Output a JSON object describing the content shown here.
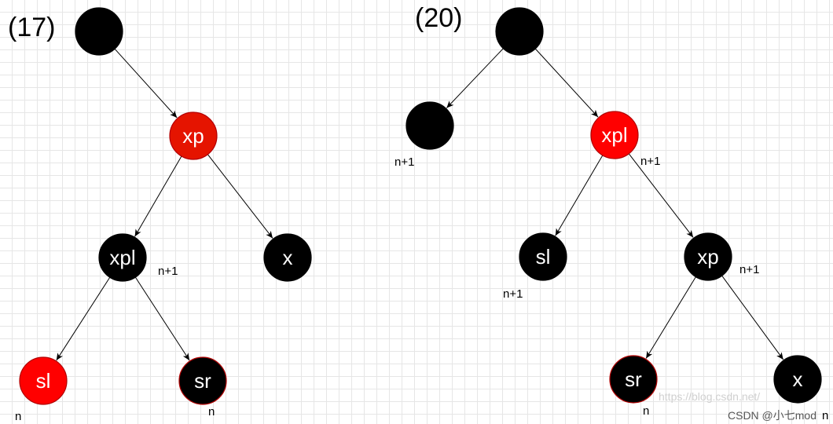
{
  "diagrams": [
    {
      "title": "(17)",
      "nodes": [
        {
          "id": "root",
          "label": "",
          "color": "black"
        },
        {
          "id": "xp",
          "label": "xp",
          "color": "red"
        },
        {
          "id": "xpl",
          "label": "xpl",
          "color": "black"
        },
        {
          "id": "x",
          "label": "x",
          "color": "black"
        },
        {
          "id": "sl",
          "label": "sl",
          "color": "red"
        },
        {
          "id": "sr",
          "label": "sr",
          "color": "black"
        }
      ],
      "edges": [
        [
          "root",
          "xp"
        ],
        [
          "xp",
          "xpl"
        ],
        [
          "xp",
          "x"
        ],
        [
          "xpl",
          "sl"
        ],
        [
          "xpl",
          "sr"
        ]
      ],
      "annotations": [
        {
          "node": "xpl",
          "text": "n+1"
        },
        {
          "node": "sl",
          "text": "n"
        },
        {
          "node": "sr",
          "text": "n"
        }
      ]
    },
    {
      "title": "(20)",
      "nodes": [
        {
          "id": "root",
          "label": "",
          "color": "black"
        },
        {
          "id": "left",
          "label": "",
          "color": "black"
        },
        {
          "id": "xpl",
          "label": "xpl",
          "color": "red"
        },
        {
          "id": "sl",
          "label": "sl",
          "color": "black"
        },
        {
          "id": "xp",
          "label": "xp",
          "color": "black"
        },
        {
          "id": "sr",
          "label": "sr",
          "color": "black"
        },
        {
          "id": "x",
          "label": "x",
          "color": "black"
        }
      ],
      "edges": [
        [
          "root",
          "left"
        ],
        [
          "root",
          "xpl"
        ],
        [
          "xpl",
          "sl"
        ],
        [
          "xpl",
          "xp"
        ],
        [
          "xp",
          "sr"
        ],
        [
          "xp",
          "x"
        ]
      ],
      "annotations": [
        {
          "node": "left",
          "text": "n+1"
        },
        {
          "node": "xpl",
          "text": "n+1"
        },
        {
          "node": "sl",
          "text": "n+1"
        },
        {
          "node": "xp",
          "text": "n+1"
        },
        {
          "node": "sr",
          "text": "n"
        },
        {
          "node": "x",
          "text": "n"
        }
      ]
    }
  ],
  "watermark": {
    "url": "https://blog.csdn.net/",
    "credit": "CSDN @小七mod"
  },
  "colors": {
    "red": "#e51400",
    "bright_red": "#ff0000",
    "black": "#000000",
    "red_border": "#b20000"
  }
}
